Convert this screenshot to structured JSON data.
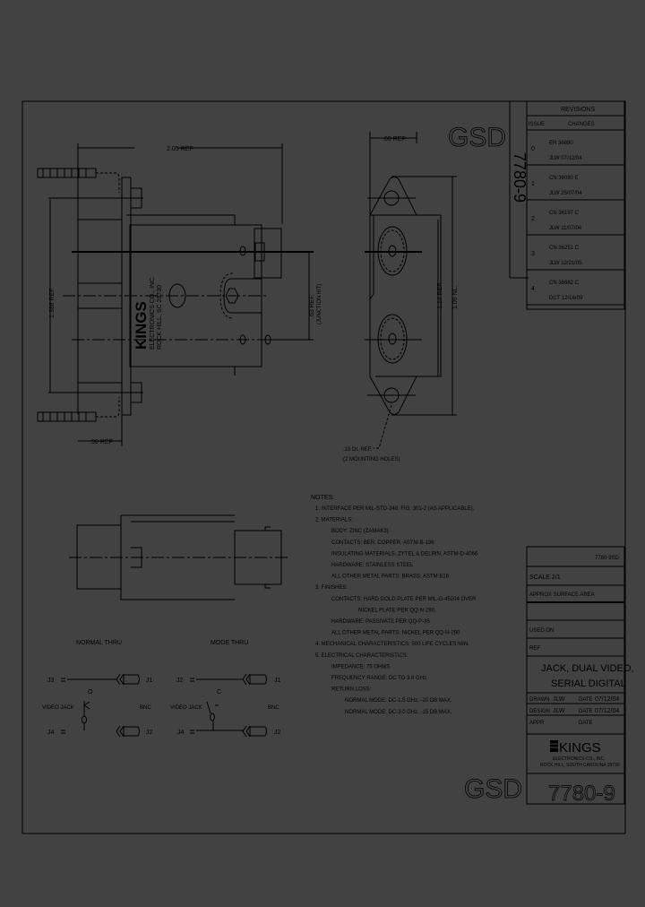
{
  "drawing": {
    "watermark": "GSD",
    "vertical_part_number": "7780-9",
    "dimensions": {
      "overall_length": "2.05 REF",
      "height_left": "1.386 REF.",
      "flange_depth": ".56 REF",
      "jack_spacing": ".63 REF.",
      "jack_spacing_note": "(JUNCTION KIT)",
      "side_depth": ".60 REF.",
      "overall_height": "1.14 REF.",
      "mounting_spacing": "1.09 NL.",
      "mounting_hole": ".15 DI. REF.",
      "mounting_hole_note": "(2 MOUNTING HOLES)"
    },
    "body_marking": {
      "brand": "KINGS",
      "line1": "ELECTRONICS CO., INC.",
      "line2": "ROCK HILL, SC 29730"
    }
  },
  "schematic": {
    "left_title": "NORMAL THRU",
    "right_title": "MODE THRU",
    "left": {
      "top_jack": "J3",
      "top_bnc": "J1",
      "contact": "O",
      "jack_label": "VIDEO JACK",
      "bnc_label": "BNC",
      "bottom_jack": "J4",
      "bottom_bnc": "J2"
    },
    "right": {
      "top_jack": "J2",
      "top_bnc": "J1",
      "contact": "C",
      "jack_label": "VIDEO JACK",
      "bnc_label": "BNC",
      "bottom_jack": "J4",
      "bottom_bnc": "J2"
    }
  },
  "notes": {
    "heading": "NOTES:",
    "lines": [
      {
        "text": "1. INTERFACE PER MIL-STD-348, FIG. 301-2 (AS APPLICABLE).",
        "indent": 1
      },
      {
        "text": "2. MATERIALS:",
        "indent": 1
      },
      {
        "text": "BODY: ZINC (ZAMAK3)",
        "indent": 2
      },
      {
        "text": "CONTACTS: BER. COPPER, ASTM-B-196",
        "indent": 2
      },
      {
        "text": "INSULATING MATERIALS: ZYTEL & DELRIN, ASTM-D-4066",
        "indent": 2
      },
      {
        "text": "HARDWARE: STAINLESS STEEL",
        "indent": 2
      },
      {
        "text": "ALL OTHER METAL PARTS: BRASS, ASTM B16",
        "indent": 2
      },
      {
        "text": "3. FINISHES:",
        "indent": 1
      },
      {
        "text": "CONTACTS: HARD GOLD PLATE PER MIL-G-45204 OVER",
        "indent": 2
      },
      {
        "text": "NICKEL PLATE PER QQ-N-290.",
        "indent": 4
      },
      {
        "text": "HARDWARE: PASSIVATE PER QQ-P-35",
        "indent": 2
      },
      {
        "text": "ALL OTHER METAL PARTS: NICKEL PER QQ-N-290",
        "indent": 2
      },
      {
        "text": "4. MECHANICAL CHARACTERISTICS: 500 LIFE CYCLES MIN.",
        "indent": 1
      },
      {
        "text": "5. ELECTRICAL CHARACTERISTICS:",
        "indent": 1
      },
      {
        "text": "IMPEDANCE: 75 OHMS",
        "indent": 2
      },
      {
        "text": "FREQUENCY RANGE: DC TO 3.0 GHz.",
        "indent": 2
      },
      {
        "text": "RETURN LOSS:",
        "indent": 2
      },
      {
        "text": "NORMAL MODE: DC-1.5 GHz, -20 DB MAX.",
        "indent": 3
      },
      {
        "text": "NORMAL MODE: DC-3.0 GHz, -15 DB MAX.",
        "indent": 3
      }
    ]
  },
  "revisions": {
    "title": "REVISIONS",
    "col_issue": "ISSUE",
    "col_changes": "CHANGES",
    "rows": [
      {
        "issue": "0",
        "change": "ER 36890",
        "by": "JLW 07/12/04"
      },
      {
        "issue": "1",
        "change": "CN 36080 E",
        "by": "JLW 25/07/04"
      },
      {
        "issue": "2",
        "change": "CN 36197 C",
        "by": "JLW 11/07/04"
      },
      {
        "issue": "3",
        "change": "CN 36251 C",
        "by": "JLW 12/21/05"
      },
      {
        "issue": "4",
        "change": "CN 36682 C",
        "by": "DCT 12/16/09"
      }
    ]
  },
  "title_block": {
    "drawing_id": "7780-9SD",
    "scale": "SCALE 2/1",
    "surface_area": "APPROX SURFACE AREA",
    "used_on": "USED ON",
    "ref": "REF",
    "title_line1": "JACK, DUAL VIDEO,",
    "title_line2": "SERIAL DIGITAL",
    "drawn_label": "DRAWN",
    "drawn_by": "JLW",
    "drawn_date_label": "DATE",
    "drawn_date": "07/12/04",
    "design_label": "DESIGN",
    "design_by": "JLW",
    "design_date_label": "DATE",
    "design_date": "07/12/04",
    "appr_label": "APPR",
    "appr_date_label": "DATE",
    "company": "KINGS",
    "company_line1": "ELECTRONICS CO., INC.",
    "company_line2": "ROCK HILL, SOUTH CAROLINA 29730",
    "part_number": "7780-9",
    "watermark": "GSD"
  }
}
